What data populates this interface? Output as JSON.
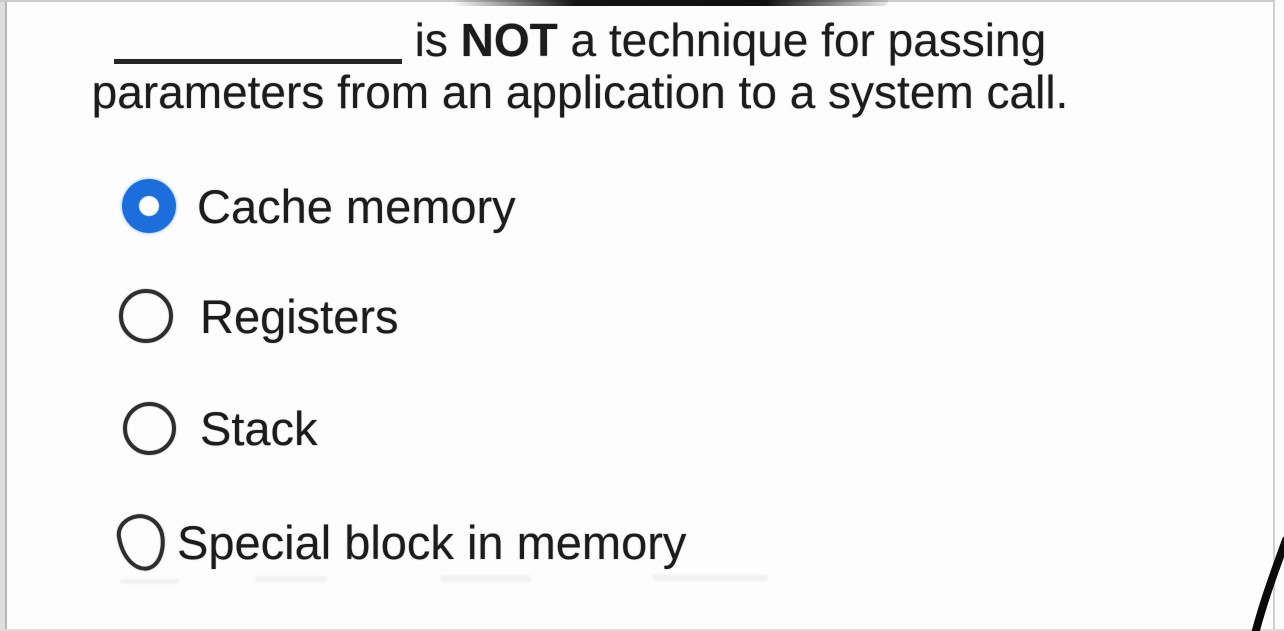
{
  "question": {
    "blank": "____________",
    "before_not": "is",
    "not": "NOT",
    "after_not": "a technique for passing",
    "line2": "parameters from an application to a system call."
  },
  "options": [
    {
      "label": "Cache memory",
      "selected": true
    },
    {
      "label": "Registers",
      "selected": false
    },
    {
      "label": "Stack",
      "selected": false
    },
    {
      "label": "Special block in memory",
      "selected": false
    }
  ],
  "colors": {
    "radio_selected_blue": "#1d6edd",
    "radio_unselected_ring": "#2e2e2e",
    "text": "#1c1c1c"
  }
}
